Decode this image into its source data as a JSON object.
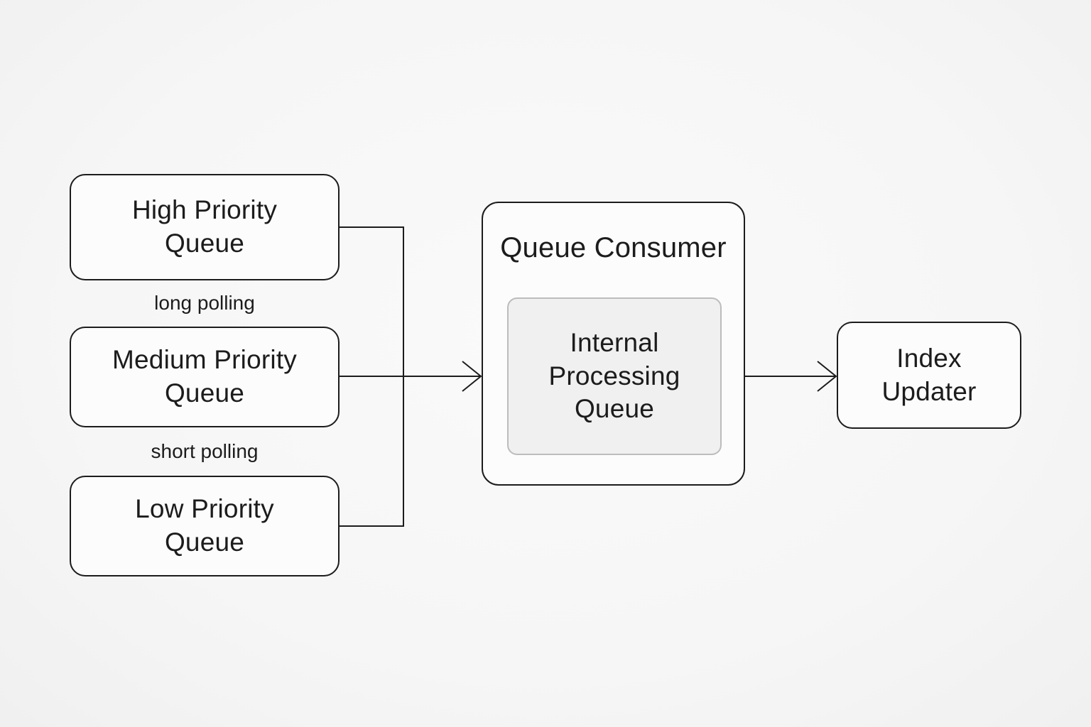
{
  "diagram": {
    "nodes": {
      "high_priority": {
        "lines": [
          "High Priority",
          "Queue"
        ]
      },
      "medium_priority": {
        "lines": [
          "Medium Priority",
          "Queue"
        ]
      },
      "low_priority": {
        "lines": [
          "Low Priority",
          "Queue"
        ]
      },
      "queue_consumer": {
        "title": "Queue Consumer"
      },
      "internal_processing": {
        "lines": [
          "Internal",
          "Processing",
          "Queue"
        ]
      },
      "index_updater": {
        "lines": [
          "Index",
          "Updater"
        ]
      }
    },
    "edge_labels": {
      "long_polling": "long polling",
      "short_polling": "short polling"
    },
    "colors": {
      "background": "#f7f7f7",
      "node_fill": "#fcfcfc",
      "node_border": "#1c1c1c",
      "inner_node_fill": "#f0f0f0",
      "inner_node_border": "#bcbcbc",
      "connector": "#1c1c1c",
      "text": "#1c1c1c"
    }
  }
}
